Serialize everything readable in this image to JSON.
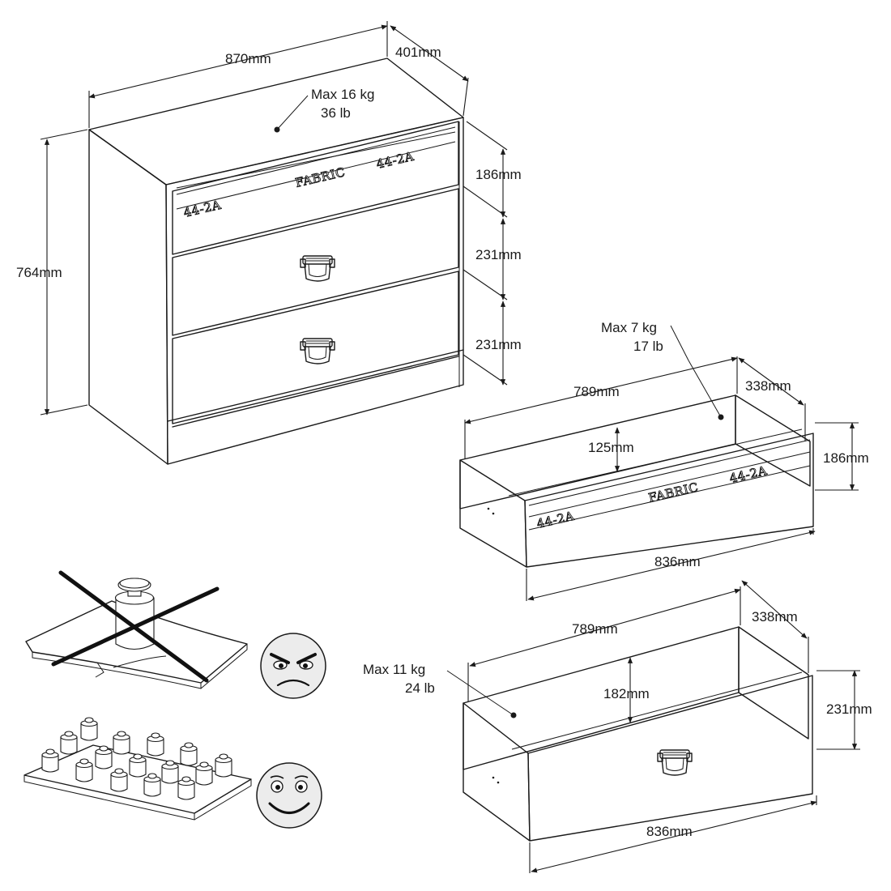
{
  "chest": {
    "width_label": "870mm",
    "depth_label": "401mm",
    "height_label": "764mm",
    "load_kg": "Max 16 kg",
    "load_lb": "36 lb",
    "drawer1_label": "186mm",
    "drawer2_label": "231mm",
    "drawer3_label": "231mm",
    "brand_left": "44-2A",
    "brand_center": "FABRIC",
    "brand_right": "44-2A"
  },
  "top_drawer": {
    "load_kg": "Max 7 kg",
    "load_lb": "17 lb",
    "inner_width": "789mm",
    "depth": "338mm",
    "inner_height": "125mm",
    "front_height": "186mm",
    "front_width": "836mm",
    "brand_left": "44-2A",
    "brand_center": "FABRIC",
    "brand_right": "44-2A"
  },
  "bottom_drawer": {
    "load_kg": "Max 11 kg",
    "load_lb": "24 lb",
    "inner_width": "789mm",
    "depth": "338mm",
    "inner_height": "182mm",
    "front_height": "231mm",
    "front_width": "836mm"
  },
  "icons": {
    "bad": "angry-face-icon",
    "good": "smiling-face-icon"
  }
}
